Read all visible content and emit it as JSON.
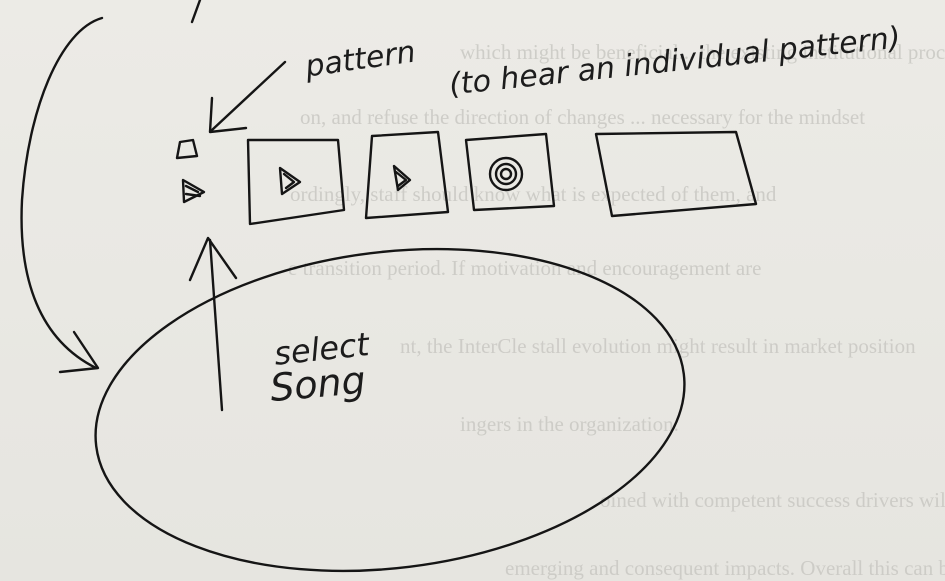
{
  "annotations": {
    "pattern_label": "pattern",
    "pattern_note": "(to hear an individual pattern)",
    "select_label": "select",
    "song_label": "Song"
  },
  "bleed_lines": [
    "which might be beneficial... the existing institutional procedures if will",
    "on, and refuse the direction of changes ... necessary for the mindset",
    "ordingly, staff should know what is expected of them, and",
    "e transition period. If motivation and encouragement are",
    "nt, the InterCle stall evolution might result in market position",
    "ingers in the organization.",
    "oined with competent success drivers will provide the foundation",
    "emerging and consequent impacts. Overall this can be seen at and are"
  ]
}
